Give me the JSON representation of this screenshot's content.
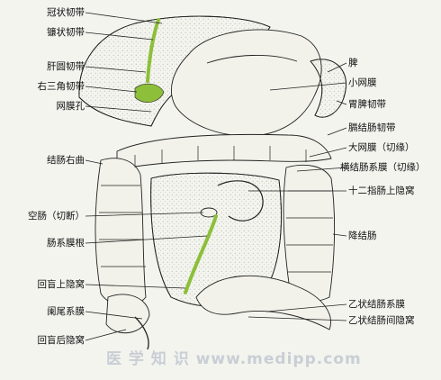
{
  "labels_left": {
    "coronary_ligament": "冠状韧带",
    "falciform_ligament": "镰状韧带",
    "round_ligament_liver": "肝圆韧带",
    "right_triangular_ligament": "右三角韧带",
    "omental_foramen": "网膜孔",
    "right_colic_flexure": "结肠右曲",
    "jejunum_cut": "空肠（切断）",
    "mesentery_root": "肠系膜根",
    "superior_ileocecal_recess": "回盲上隐窝",
    "mesoappendix": "阑尾系膜",
    "retrocecal_recess": "回盲后隐窝"
  },
  "labels_right": {
    "spleen": "脾",
    "lesser_omentum": "小网膜",
    "gastrosplenic_ligament": "胃脾韧带",
    "phrenicocolic_ligament": "膈结肠韧带",
    "greater_omentum_cut": "大网膜（切缘）",
    "transverse_mesocolon_cut": "横结肠系膜（切缘）",
    "superior_duodenal_recess": "十二指肠上隐窝",
    "descending_colon": "降结肠",
    "sigmoid_mesocolon": "乙状结肠系膜",
    "intersigmoid_recess": "乙状结肠间隐窝"
  },
  "watermark": "医 学 知 识 www.medipp.com",
  "colors": {
    "background": "#f3f4ee",
    "ligament_green": "#8dbf3a",
    "line": "#222222"
  }
}
